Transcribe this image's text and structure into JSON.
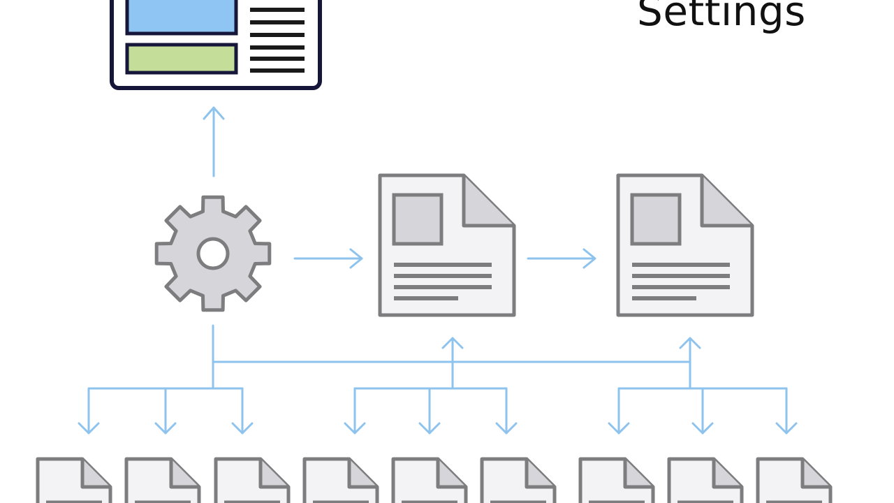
{
  "diagram": {
    "title": "Settings",
    "nodes": [
      {
        "id": "settings-panel",
        "icon": "settings-panel-icon"
      },
      {
        "id": "gear",
        "icon": "gear-icon"
      },
      {
        "id": "document-1",
        "icon": "document-icon"
      },
      {
        "id": "document-2",
        "icon": "document-icon"
      }
    ],
    "leaf_document_count": 9,
    "colors": {
      "arrow": "#8ec3ee",
      "icon_stroke": "#7d7d7f",
      "icon_fill": "#f3f3f5",
      "icon_inner": "#d5d5da",
      "panel_border": "#16163a",
      "panel_blue": "#8ec5f2",
      "panel_green": "#c4dd98",
      "panel_lines": "#1a1a1a"
    }
  }
}
